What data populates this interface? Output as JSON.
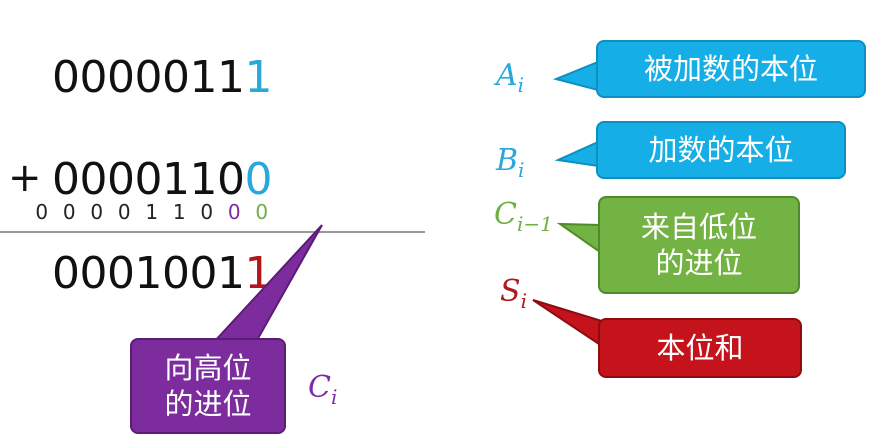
{
  "operand_a": {
    "digits": [
      "0",
      "0",
      "0",
      "0",
      "0",
      "1",
      "1",
      "1"
    ]
  },
  "operand_b": {
    "sign": "+",
    "digits": [
      "0",
      "0",
      "0",
      "0",
      "1",
      "1",
      "0",
      "0"
    ]
  },
  "carry_row": {
    "digits": [
      "0",
      "0",
      "0",
      "0",
      "1",
      "1",
      "0",
      "0",
      "0"
    ]
  },
  "result": {
    "digits": [
      "0",
      "0",
      "0",
      "1",
      "0",
      "0",
      "1",
      "1"
    ]
  },
  "labels": {
    "a": {
      "base": "A",
      "sub": "i",
      "text": "被加数的本位"
    },
    "b": {
      "base": "B",
      "sub": "i",
      "text": "加数的本位"
    },
    "c_in": {
      "base": "C",
      "sub": "i−1",
      "text_line1": "来自低位",
      "text_line2": "的进位"
    },
    "s": {
      "base": "S",
      "sub": "i",
      "text": "本位和"
    },
    "c_out": {
      "base": "C",
      "sub": "i",
      "text_line1": "向高位",
      "text_line2": "的进位"
    }
  },
  "colors": {
    "a_color": "#29a8dc",
    "b_color": "#29a8dc",
    "c_in_color": "#6fb045",
    "s_color": "#b0181c",
    "c_out_color": "#7b2da8"
  }
}
